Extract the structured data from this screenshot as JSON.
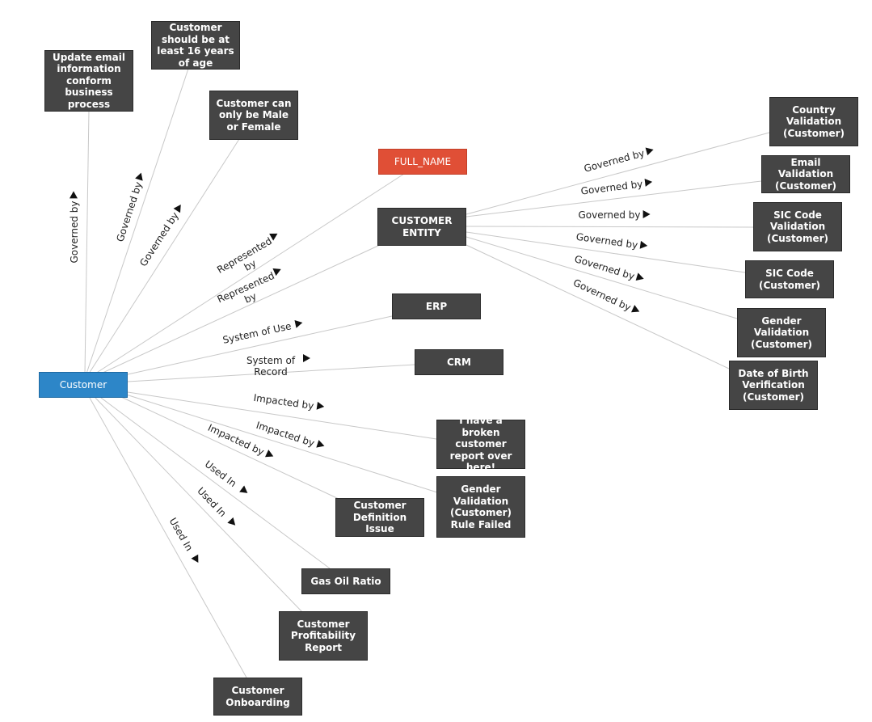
{
  "colors": {
    "node": "#454545",
    "root": "#2d86c8",
    "highlight": "#e04f36",
    "edge": "#c8c8c8"
  },
  "nodes": {
    "customer": "Customer",
    "update_email": "Update email information conform business process",
    "age_rule": "Customer should be at least 16 years of age",
    "gender_rule": "Customer can only be Male or Female",
    "full_name": "FULL_NAME",
    "customer_entity": "CUSTOMER ENTITY",
    "erp": "ERP",
    "crm": "CRM",
    "broken_report": "I have a broken customer report over here!",
    "definition_issue": "Customer Definition Issue",
    "gender_rule_failed": "Gender Validation (Customer) Rule Failed",
    "gas_oil_ratio": "Gas Oil Ratio",
    "profitability": "Customer Profitability Report",
    "onboarding": "Customer Onboarding",
    "country_validation": "Country Validation (Customer)",
    "email_validation": "Email Validation (Customer)",
    "sic_validation": "SIC Code Validation (Customer)",
    "sic_code": "SIC Code (Customer)",
    "gender_validation": "Gender Validation (Customer)",
    "dob_verification": "Date of Birth Verification (Customer)"
  },
  "edge_labels": {
    "governed_by": "Governed by",
    "represented_by": "Represented by",
    "system_of_use": "System of Use",
    "system_of_record": "System of Record",
    "impacted_by": "Impacted by",
    "used_in": "Used In"
  }
}
